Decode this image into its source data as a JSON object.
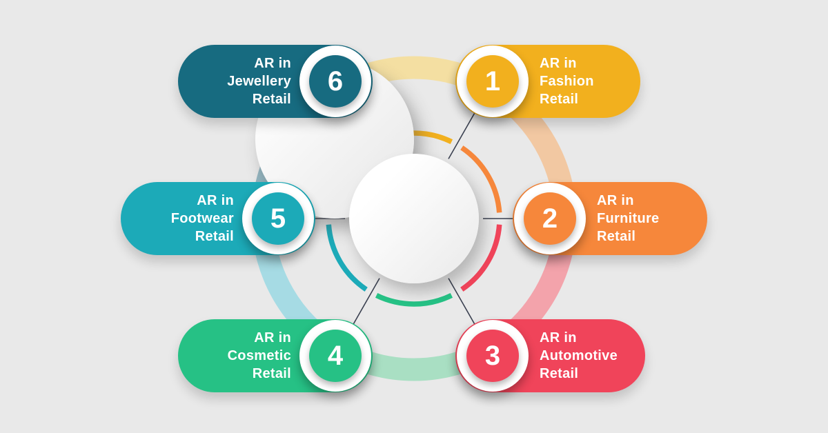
{
  "canvas": {
    "background": "#e9e9e9"
  },
  "connector_line_color": "#3a4050",
  "center_circle_color": "#ffffff",
  "items": [
    {
      "id": "fashion",
      "number": "1",
      "lines": [
        "AR in",
        "Fashion",
        "Retail"
      ],
      "color": "#f2b01e",
      "pale_color": "#f4dfa2",
      "position": "top-right"
    },
    {
      "id": "furniture",
      "number": "2",
      "lines": [
        "AR in",
        "Furniture",
        "Retail"
      ],
      "color": "#f6873b",
      "pale_color": "#f2c8a2",
      "position": "middle-right"
    },
    {
      "id": "automotive",
      "number": "3",
      "lines": [
        "AR in",
        "Automotive",
        "Retail"
      ],
      "color": "#f0445a",
      "pale_color": "#f3a3ab",
      "position": "bottom-right"
    },
    {
      "id": "cosmetic",
      "number": "4",
      "lines": [
        "AR in",
        "Cosmetic",
        "Retail"
      ],
      "color": "#26c185",
      "pale_color": "#a9dfc3",
      "position": "bottom-left"
    },
    {
      "id": "footwear",
      "number": "5",
      "lines": [
        "AR in",
        "Footwear",
        "Retail"
      ],
      "color": "#1caab8",
      "pale_color": "#a6dbe4",
      "position": "middle-left"
    },
    {
      "id": "jewellery",
      "number": "6",
      "lines": [
        "AR in",
        "Jewellery",
        "Retail"
      ],
      "color": "#176b80",
      "pale_color": "#93b5c0",
      "position": "top-left"
    }
  ]
}
